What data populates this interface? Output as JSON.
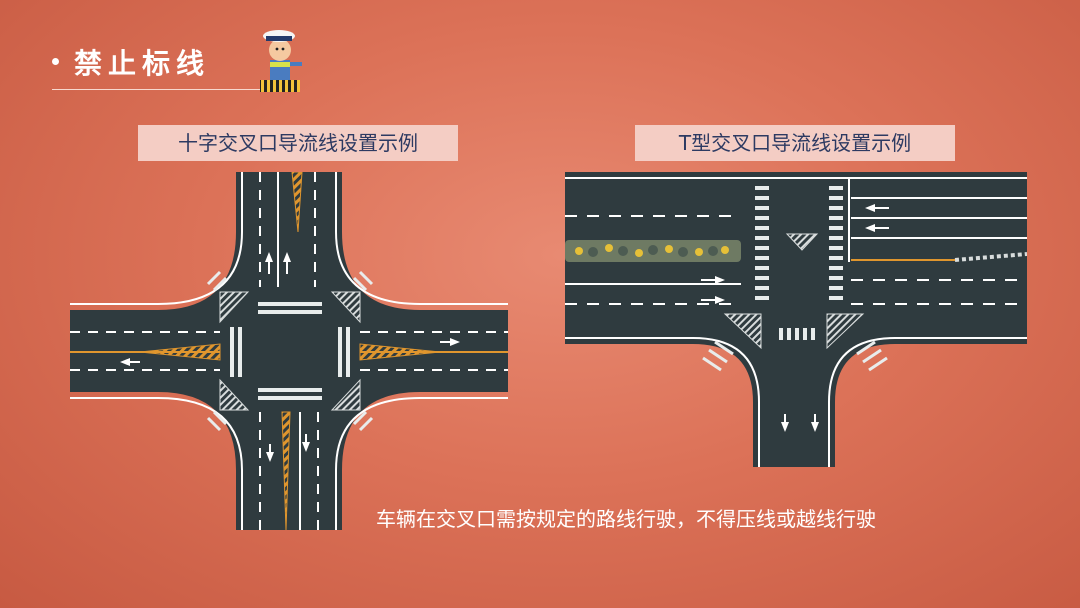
{
  "header": {
    "title": "禁止标线"
  },
  "diagrams": {
    "left_label": "十字交叉口导流线设置示例",
    "right_label": "T型交叉口导流线设置示例"
  },
  "caption": "车辆在交叉口需按规定的路线行驶，不得压线或越线行驶",
  "colors": {
    "background": "#dc7258",
    "road": "#2f3b3f",
    "label_bg": "#f4cdc4",
    "label_text": "#2d3a62",
    "hatch": "#e0962e"
  },
  "icons": {
    "mascot": "traffic-police-icon",
    "bullet": "bullet-icon"
  }
}
